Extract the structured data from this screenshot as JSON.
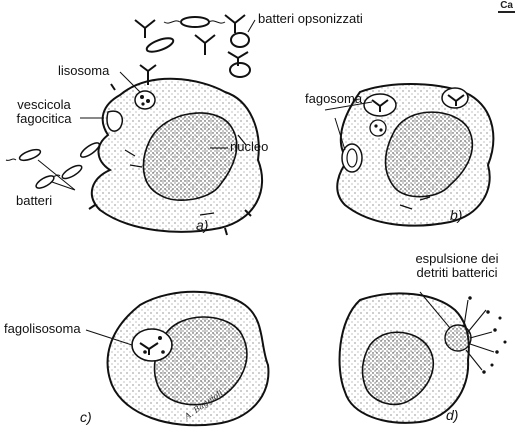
{
  "labels": {
    "batteri_opsonizzati": "batteri opsonizzati",
    "lisosoma": "lisosoma",
    "vescicola_fagocitica": "vescicola fagocitica",
    "nucleo": "nucleo",
    "batteri": "batteri",
    "fagosoma": "fagosoma",
    "fagolisosoma": "fagolisosoma",
    "espulsione": "espulsione dei detriti batterici",
    "signature": "A. Baggioli"
  },
  "panels": [
    "a)",
    "b)",
    "c)",
    "d)"
  ],
  "corner_mark": "Ca",
  "colors": {
    "ink": "#111111",
    "cell_fill": "#f4f3ef",
    "nucleus_fill": "#dcdad3"
  }
}
